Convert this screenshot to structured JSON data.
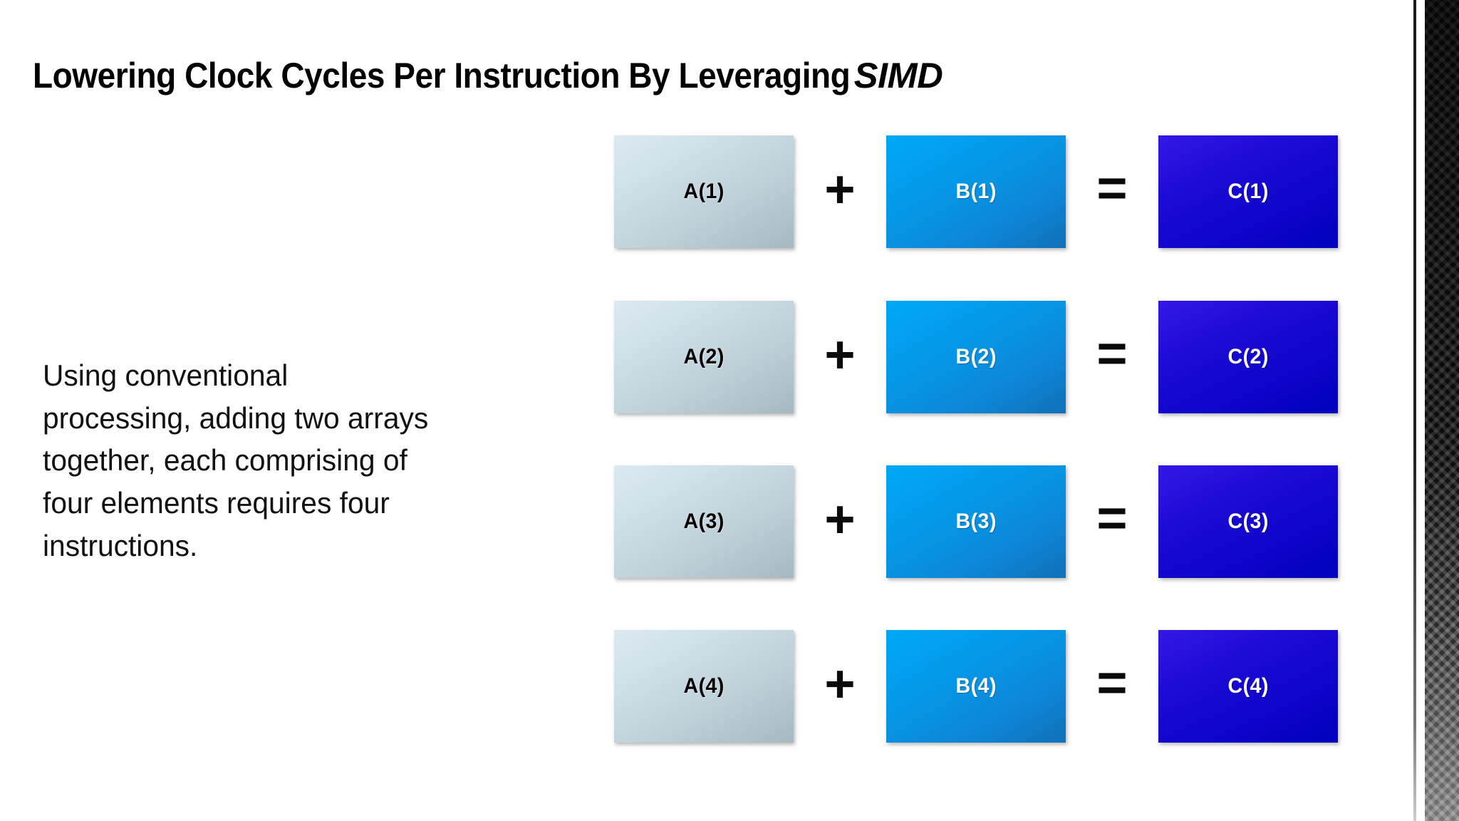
{
  "slide": {
    "title_main": "Lowering Clock Cycles Per Instruction By Leveraging",
    "title_emphasis": "SIMD",
    "body_text": "Using conventional processing, adding two arrays together, each comprising of four elements requires four instructions.",
    "background_color": "#ffffff"
  },
  "diagram": {
    "operator_plus": "+",
    "operator_equals": "=",
    "colors": {
      "operand_a_start": "#dceaf2",
      "operand_a_end": "#a6b8c2",
      "operand_b_start": "#00a9f4",
      "operand_b_end": "#1070b8",
      "result_c_start": "#3418e6",
      "result_c_end": "#0000bd",
      "operator_color": "#0a0a0a",
      "text_on_a": "#000000",
      "text_on_b": "#ffffff",
      "text_on_c": "#ffffff"
    },
    "rows": [
      {
        "a": "A(1)",
        "plus": "+",
        "b": "B(1)",
        "equals": "=",
        "c": "C(1)"
      },
      {
        "a": "A(2)",
        "plus": "+",
        "b": "B(2)",
        "equals": "=",
        "c": "C(2)"
      },
      {
        "a": "A(3)",
        "plus": "+",
        "b": "B(3)",
        "equals": "=",
        "c": "C(3)"
      },
      {
        "a": "A(4)",
        "plus": "+",
        "b": "B(4)",
        "equals": "=",
        "c": "C(4)"
      }
    ]
  },
  "decoration": {
    "right_edge_texture": "carbon-weave-strip"
  }
}
